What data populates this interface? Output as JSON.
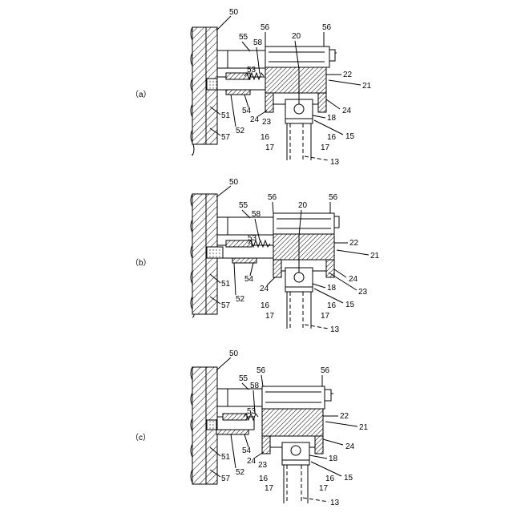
{
  "panels": [
    {
      "id": "a",
      "caption": "（a）",
      "labels": {
        "n50": "50",
        "n55": "55",
        "n56a": "56",
        "n56b": "56",
        "n58": "58",
        "n20": "20",
        "n53": "53",
        "n22": "22",
        "n21": "21",
        "n24a": "24",
        "n54": "54",
        "n24b": "24",
        "n23": "23",
        "n18": "18",
        "n15": "15",
        "n16a": "16",
        "n16b": "16",
        "n17a": "17",
        "n17b": "17",
        "n51": "51",
        "n52": "52",
        "n57": "57",
        "n13": "13"
      }
    },
    {
      "id": "b",
      "caption": "（b）",
      "labels": {
        "n50": "50",
        "n55": "55",
        "n56a": "56",
        "n56b": "56",
        "n58": "58",
        "n20": "20",
        "n53": "53",
        "n22": "22",
        "n21": "21",
        "n24a": "24",
        "n54": "54",
        "n24b": "24",
        "n23": "23",
        "n18": "18",
        "n15": "15",
        "n16a": "16",
        "n16b": "16",
        "n17a": "17",
        "n17b": "17",
        "n51": "51",
        "n52": "52",
        "n57": "57",
        "n13": "13"
      }
    },
    {
      "id": "c",
      "caption": "（c）",
      "labels": {
        "n50": "50",
        "n55": "55",
        "n56a": "56",
        "n56b": "56",
        "n58": "58",
        "n53": "53",
        "n22": "22",
        "n21": "21",
        "n24a": "24",
        "n54": "54",
        "n24b": "24",
        "n23": "23",
        "n18": "18",
        "n15": "15",
        "n16a": "16",
        "n16b": "16",
        "n17a": "17",
        "n17b": "17",
        "n51": "51",
        "n52": "52",
        "n57": "57",
        "n13": "13"
      }
    }
  ]
}
